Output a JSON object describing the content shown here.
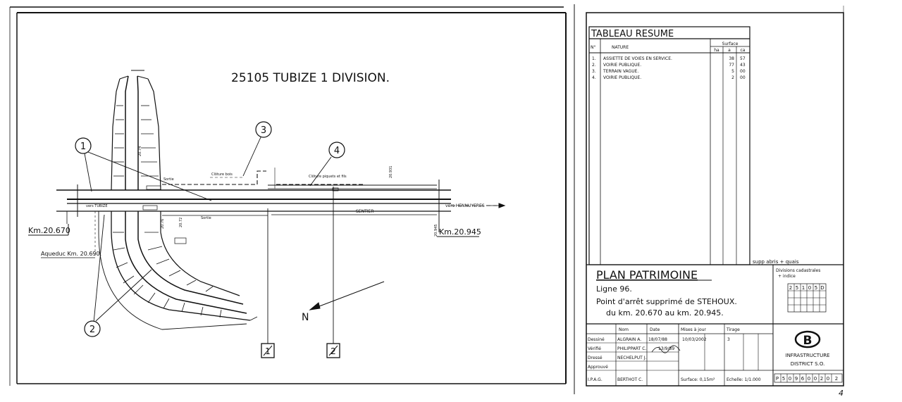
{
  "drawing": {
    "title": "25105 TUBIZE 1 DIVISION.",
    "callouts": [
      "1",
      "2",
      "3",
      "4"
    ],
    "km_start": "Km.20.670",
    "km_end": "Km.20.945",
    "aqueduct": "Aqueduc Km. 20.690.",
    "toward": "vers HENNUYERES",
    "toward_left": "vers TUBIZE",
    "sentier": "SENTIER",
    "sortie": "Sortie",
    "cloture_bois": "Clôture bois",
    "cloture_fils": "Clôture piquets et fils",
    "north": "N",
    "section_markers": [
      "1",
      "2"
    ],
    "dims": [
      "20.945",
      "20.931",
      "20.76",
      "20.72",
      "20.74",
      "20.76",
      "20.74"
    ]
  },
  "summary": {
    "heading": "TABLEAU RESUME",
    "col_no": "N°",
    "col_nature": "NATURE",
    "col_surface": "Surface",
    "col_ha": "ha",
    "col_a": "a",
    "col_ca": "ca",
    "rows": [
      {
        "no": "1.",
        "nature": "ASSIETTE DE VOIES EN SERVICE.",
        "ha": "",
        "a": "38",
        "ca": "57"
      },
      {
        "no": "2.",
        "nature": "VOIRIE PUBLIQUE.",
        "ha": "",
        "a": "77",
        "ca": "43"
      },
      {
        "no": "3.",
        "nature": "TERRAIN VAGUE.",
        "ha": "",
        "a": "5",
        "ca": "00"
      },
      {
        "no": "4.",
        "nature": "VOIRIE PUBLIQUE.",
        "ha": "",
        "a": "2",
        "ca": "00"
      }
    ],
    "note": "supp abris + quais"
  },
  "plan": {
    "title": "PLAN PATRIMOINE",
    "line": "Ligne 96.",
    "subtitle1": "Point d'arrêt supprimé de STEHOUX.",
    "subtitle2": "du km. 20.670 au km. 20.945.",
    "divisions_label": "Divisions cadastrales",
    "divisions_sub": "+ indice",
    "division_code": [
      "2",
      "5",
      "1",
      "0",
      "5",
      "D"
    ]
  },
  "signatures": {
    "col_nom": "Nom",
    "col_date": "Date",
    "col_mises": "Mises à jour",
    "col_tirage": "Tirage",
    "rows": [
      {
        "role": "Dessiné",
        "nom": "ALGRAIN A.",
        "date": "18/07/88",
        "maj": "10/03/2002",
        "tirage": "3"
      },
      {
        "role": "Vérifié",
        "nom": "PHILIPPART C.",
        "date": "13/9/89",
        "maj": "",
        "tirage": ""
      },
      {
        "role": "Dressé",
        "nom": "NECHELPUT J.",
        "date": "",
        "maj": "",
        "tirage": ""
      },
      {
        "role": "Approuvé",
        "nom": "",
        "date": "",
        "maj": "",
        "tirage": ""
      },
      {
        "role": "I.P.A.G.",
        "nom": "BERTHOT C.",
        "date": "",
        "maj": "",
        "tirage": ""
      }
    ],
    "surface": "Surface: 0,15m²",
    "echelle": "Echelle: 1/1.000"
  },
  "logo": {
    "letter": "B",
    "org1": "INFRASTRUCTURE",
    "org2": "DISTRICT S.O."
  },
  "plan_number": [
    "P",
    "5",
    "0",
    "9",
    "6",
    "0",
    "0",
    "2",
    "0",
    "2"
  ],
  "sheet_number": "4"
}
